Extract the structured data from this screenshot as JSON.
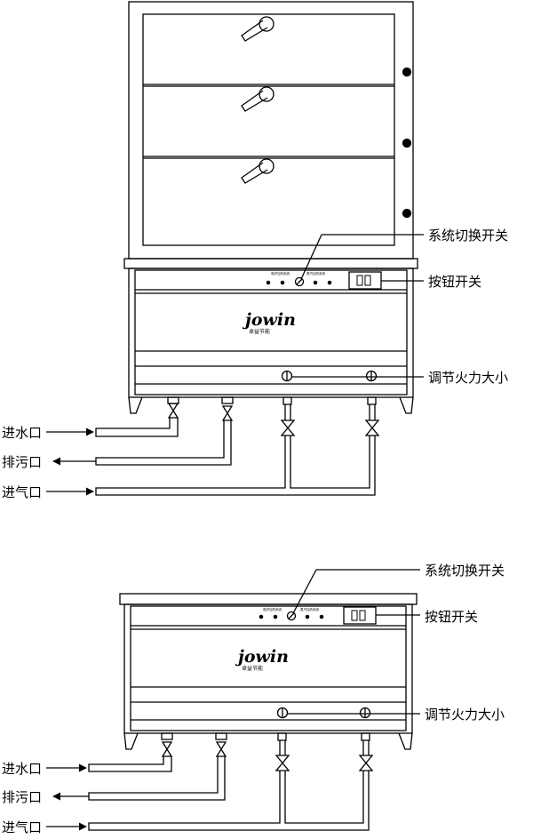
{
  "top_view": {
    "labels": {
      "system_switch": "系统切换开关",
      "button_switch": "按钮开关",
      "fire_adjust": "调节火力大小",
      "water_inlet": "进水口",
      "drain_outlet": "排污口",
      "gas_inlet": "进气口"
    },
    "panel": {
      "left_text": "电炉加热系统",
      "right_text": "蒸汽加热系统"
    },
    "logo": {
      "brand": "jowin",
      "sub": "卓益节能"
    },
    "button_glyph": "||"
  },
  "bottom_view": {
    "labels": {
      "system_switch": "系统切换开关",
      "button_switch": "按钮开关",
      "fire_adjust": "调节火力大小",
      "water_inlet": "进水口",
      "drain_outlet": "排污口",
      "gas_inlet": "进气口"
    },
    "panel": {
      "left_text": "电炉加热系统",
      "right_text": "蒸汽加热系统"
    },
    "logo": {
      "brand": "jowin",
      "sub": "卓益节能"
    },
    "button_glyph": "||"
  }
}
